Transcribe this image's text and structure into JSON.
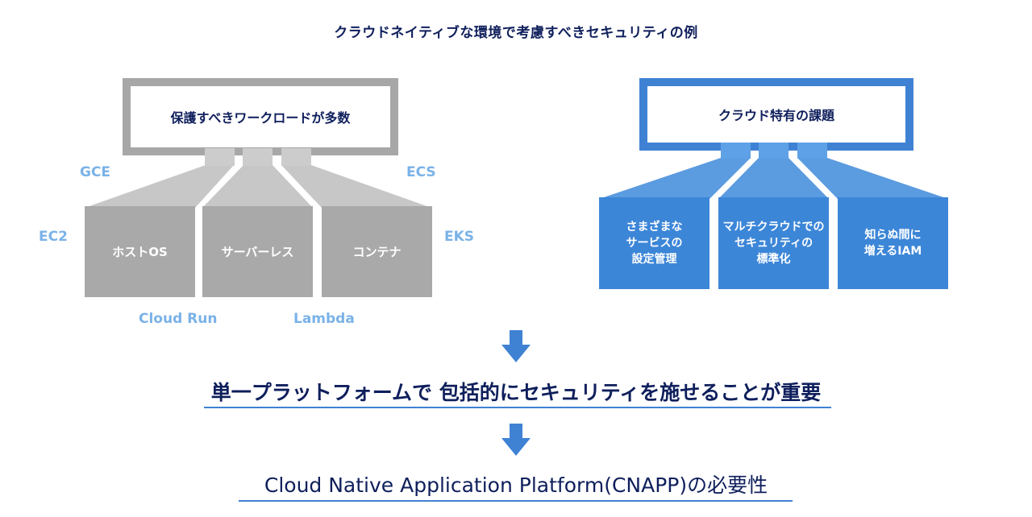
{
  "title": "クラウドネイティブな環境で考慮すべきセキュリティの例",
  "left": {
    "header": "保護すべきワークロードが多数",
    "boxes": [
      "ホストOS",
      "サーバーレス",
      "コンテナ"
    ],
    "labels": {
      "gce": "GCE",
      "ecs": "ECS",
      "ec2": "EC2",
      "eks": "EKS",
      "cloud_run": "Cloud Run",
      "lambda": "Lambda"
    }
  },
  "right": {
    "header": "クラウド特有の課題",
    "boxes": [
      "さまざまな\nサービスの\n設定管理",
      "マルチクラウドでの\nセキュリティの\n標準化",
      "知らぬ間に\n増えるIAM"
    ]
  },
  "statement1": "単一プラットフォームで 包括的にセキュリティを施せることが重要",
  "statement2": "Cloud Native Application Platform(CNAPP)の必要性",
  "colors": {
    "navy": "#0f1f5c",
    "gray": "#a9a9a9",
    "blue": "#3c86d8",
    "label_blue": "#7ab2e8"
  }
}
